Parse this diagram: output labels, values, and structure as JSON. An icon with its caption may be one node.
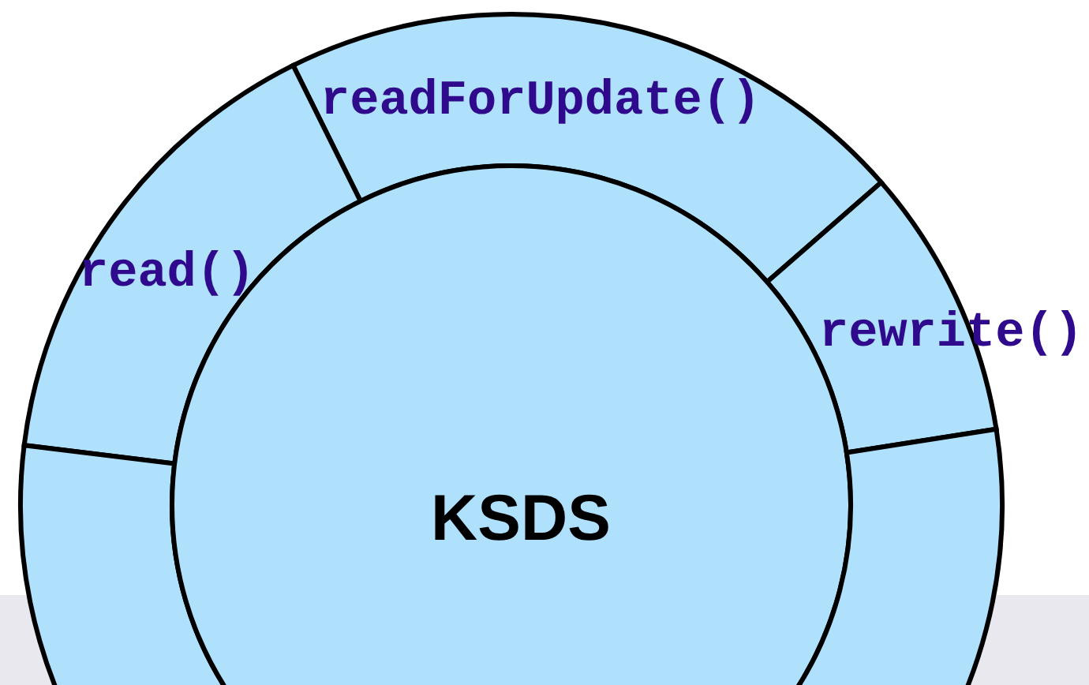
{
  "diagram": {
    "nodes": [
      {
        "text": [
          "readForUpdate()"
        ]
      },
      {
        "text": [
          "read()"
        ]
      },
      {
        "text": [
          "rewrite()"
        ]
      },
      {
        "text": [],
        "shape": "segment"
      },
      {
        "text": [
          "KSDS"
        ]
      },
      {
        "text": [],
        "shape": "segment"
      }
    ]
  }
}
